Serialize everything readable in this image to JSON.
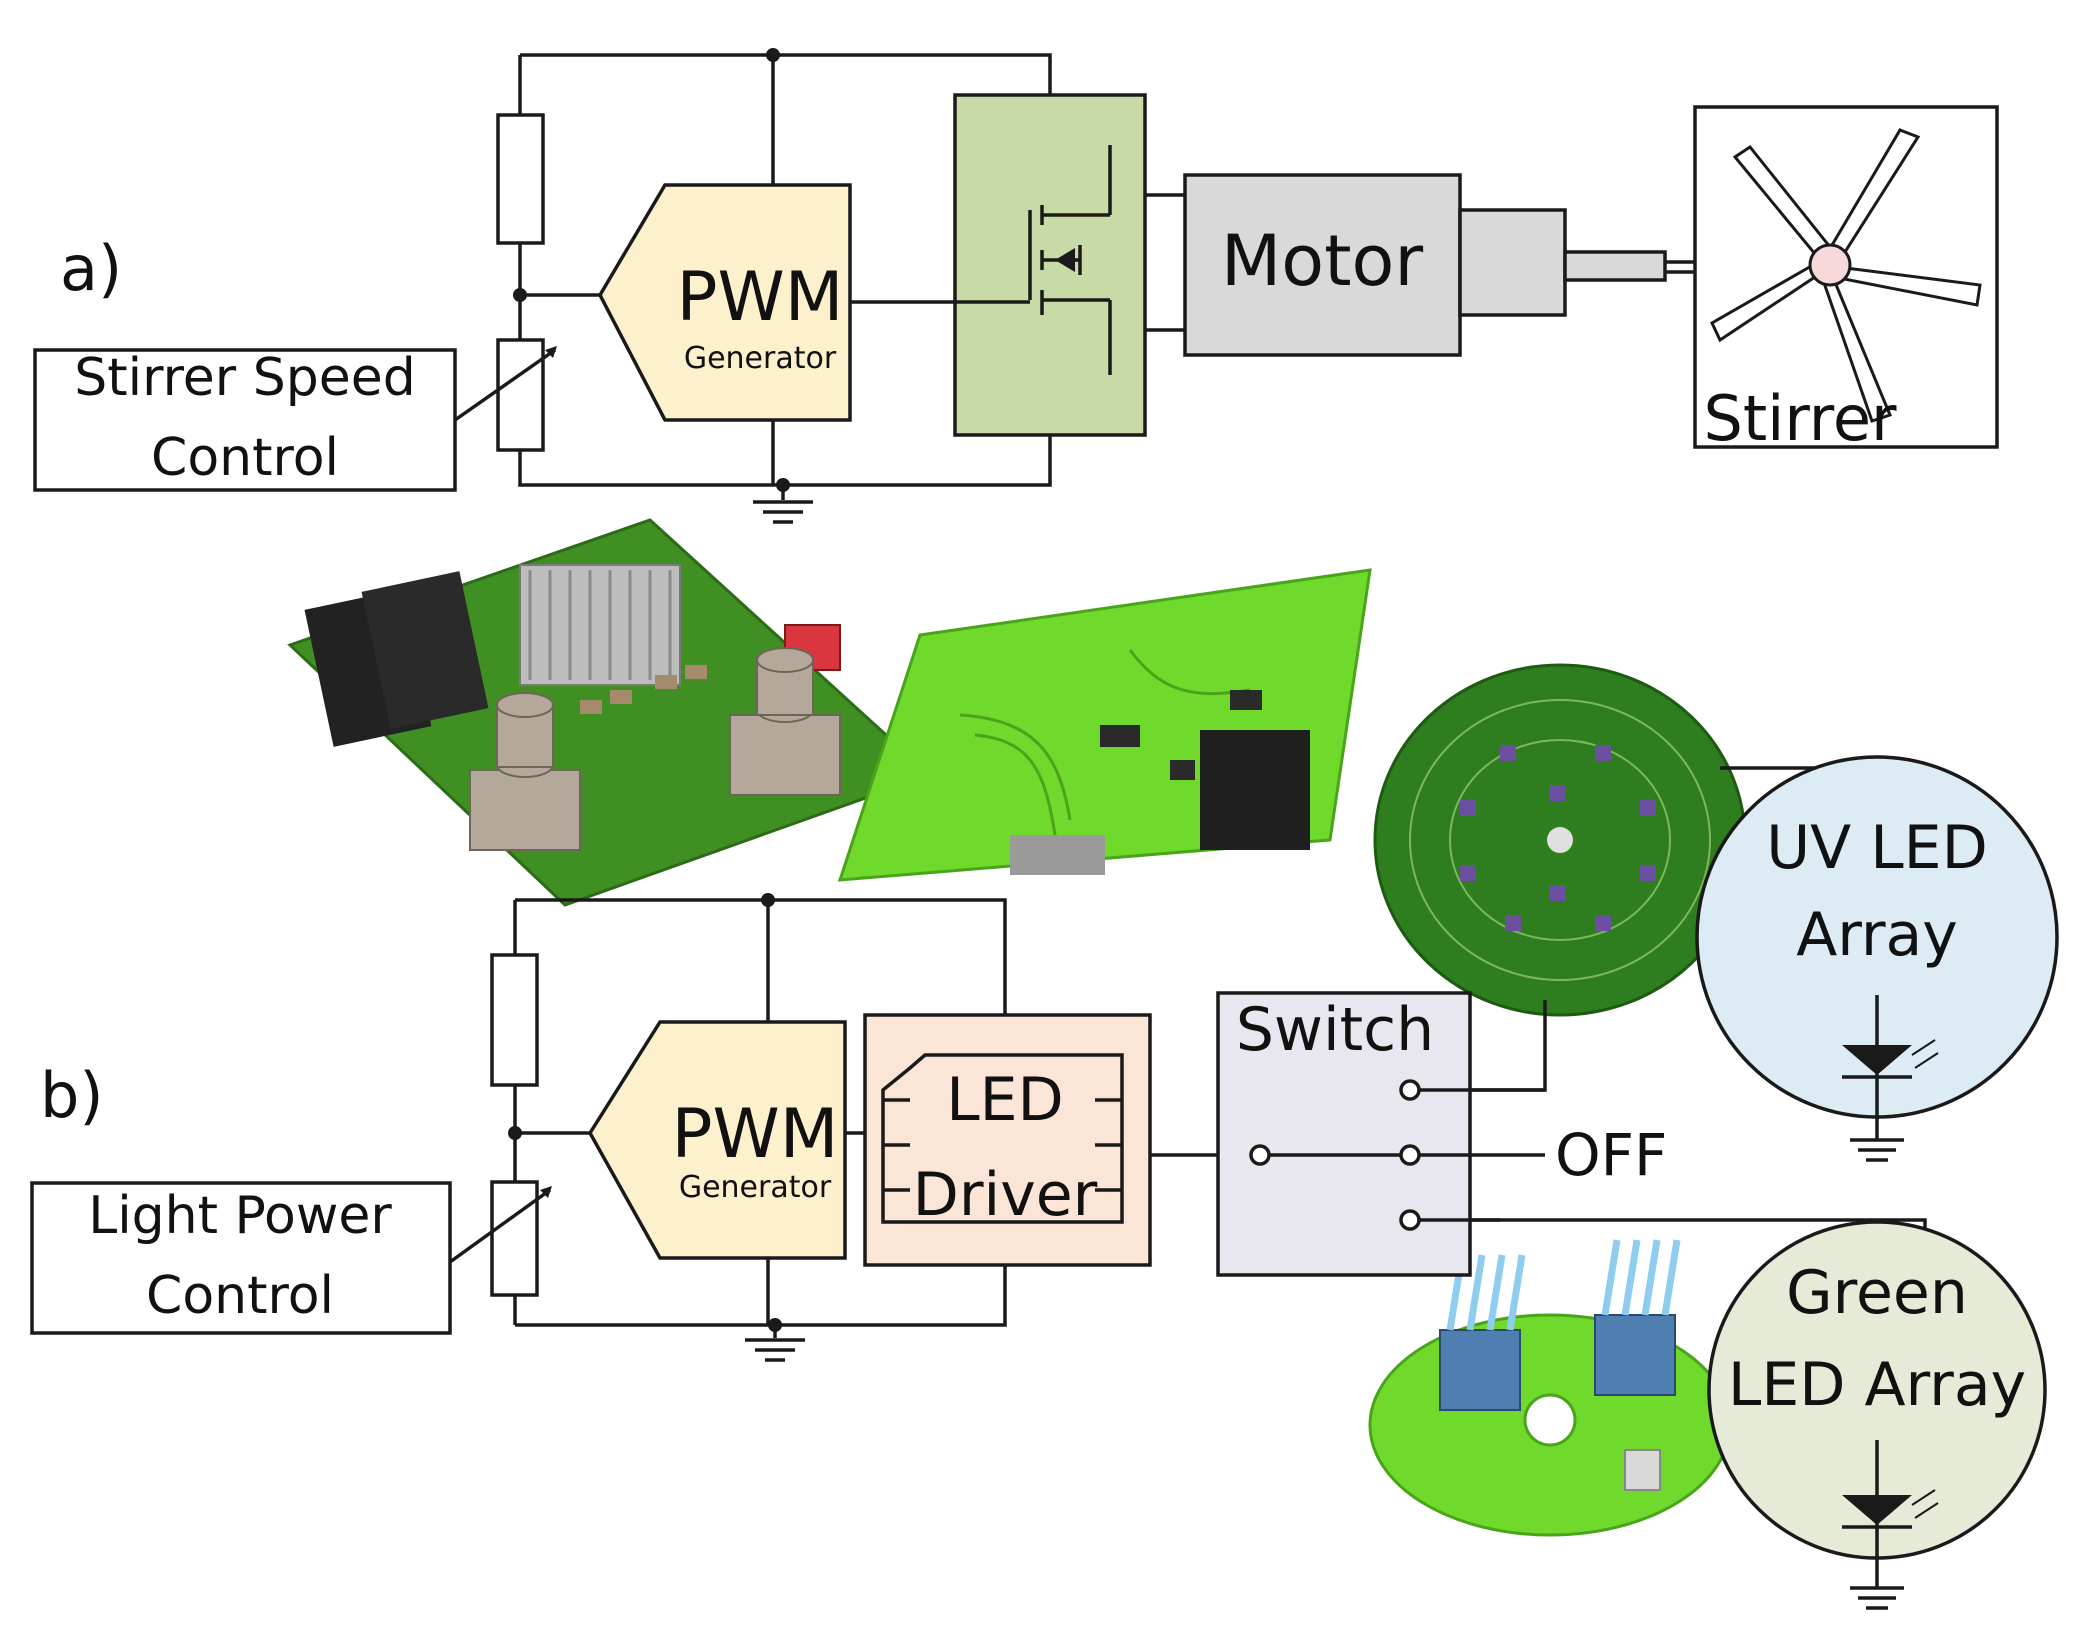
{
  "panel_a": {
    "label": "a)",
    "control_label_line1": "Stirrer Speed",
    "control_label_line2": "Control",
    "pwm_label": "PWM",
    "pwm_sublabel": "Generator",
    "motor_label": "Motor",
    "stirrer_label": "Stirrer"
  },
  "panel_b": {
    "label": "b)",
    "control_label_line1": "Light Power",
    "control_label_line2": "Control",
    "pwm_label": "PWM",
    "pwm_sublabel": "Generator",
    "driver_label_line1": "LED",
    "driver_label_line2": "Driver",
    "switch_label": "Switch",
    "off_label": "OFF",
    "uv_label_line1": "UV LED",
    "uv_label_line2": "Array",
    "green_label_line1": "Green",
    "green_label_line2": "LED Array"
  },
  "colors": {
    "pwm_fill": "#fdf0cd",
    "mosfet_fill": "#c8daa5",
    "motor_fill": "#d9d9d9",
    "driver_fill": "#fbe5d6",
    "switch_fill": "#e8e6ef",
    "uv_fill": "#dcebf4",
    "green_fill": "#e6ebd8",
    "pcb_dark": "#3f8f23",
    "pcb_light": "#6fd92c"
  },
  "icons": [
    "resistor-icon",
    "potentiometer-icon",
    "ground-icon",
    "mosfet-icon",
    "stirrer-propeller-icon",
    "led-diode-icon",
    "pcb-render"
  ]
}
